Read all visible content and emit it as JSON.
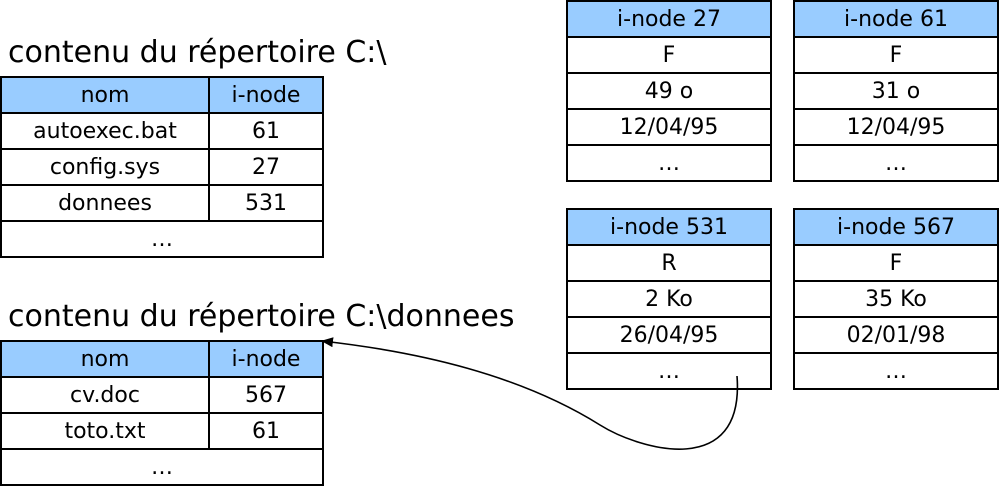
{
  "directories": [
    {
      "title": "contenu du répertoire C:\\",
      "headers": [
        "nom",
        "i-node"
      ],
      "rows": [
        [
          "autoexec.bat",
          "61"
        ],
        [
          "config.sys",
          "27"
        ],
        [
          "donnees",
          "531"
        ],
        [
          "…",
          ""
        ]
      ]
    },
    {
      "title": "contenu du répertoire C:\\donnees",
      "headers": [
        "nom",
        "i-node"
      ],
      "rows": [
        [
          "cv.doc",
          "567"
        ],
        [
          "toto.txt",
          "61"
        ],
        [
          "…",
          ""
        ]
      ]
    }
  ],
  "inodes": [
    {
      "label": "i-node 27",
      "type": "F",
      "size": "49 o",
      "date": "12/04/95",
      "more": "…"
    },
    {
      "label": "i-node 61",
      "type": "F",
      "size": "31 o",
      "date": "12/04/95",
      "more": "…"
    },
    {
      "label": "i-node 531",
      "type": "R",
      "size": "2 Ko",
      "date": "26/04/95",
      "more": "…"
    },
    {
      "label": "i-node 567",
      "type": "F",
      "size": "35 Ko",
      "date": "02/01/98",
      "more": "…"
    }
  ]
}
